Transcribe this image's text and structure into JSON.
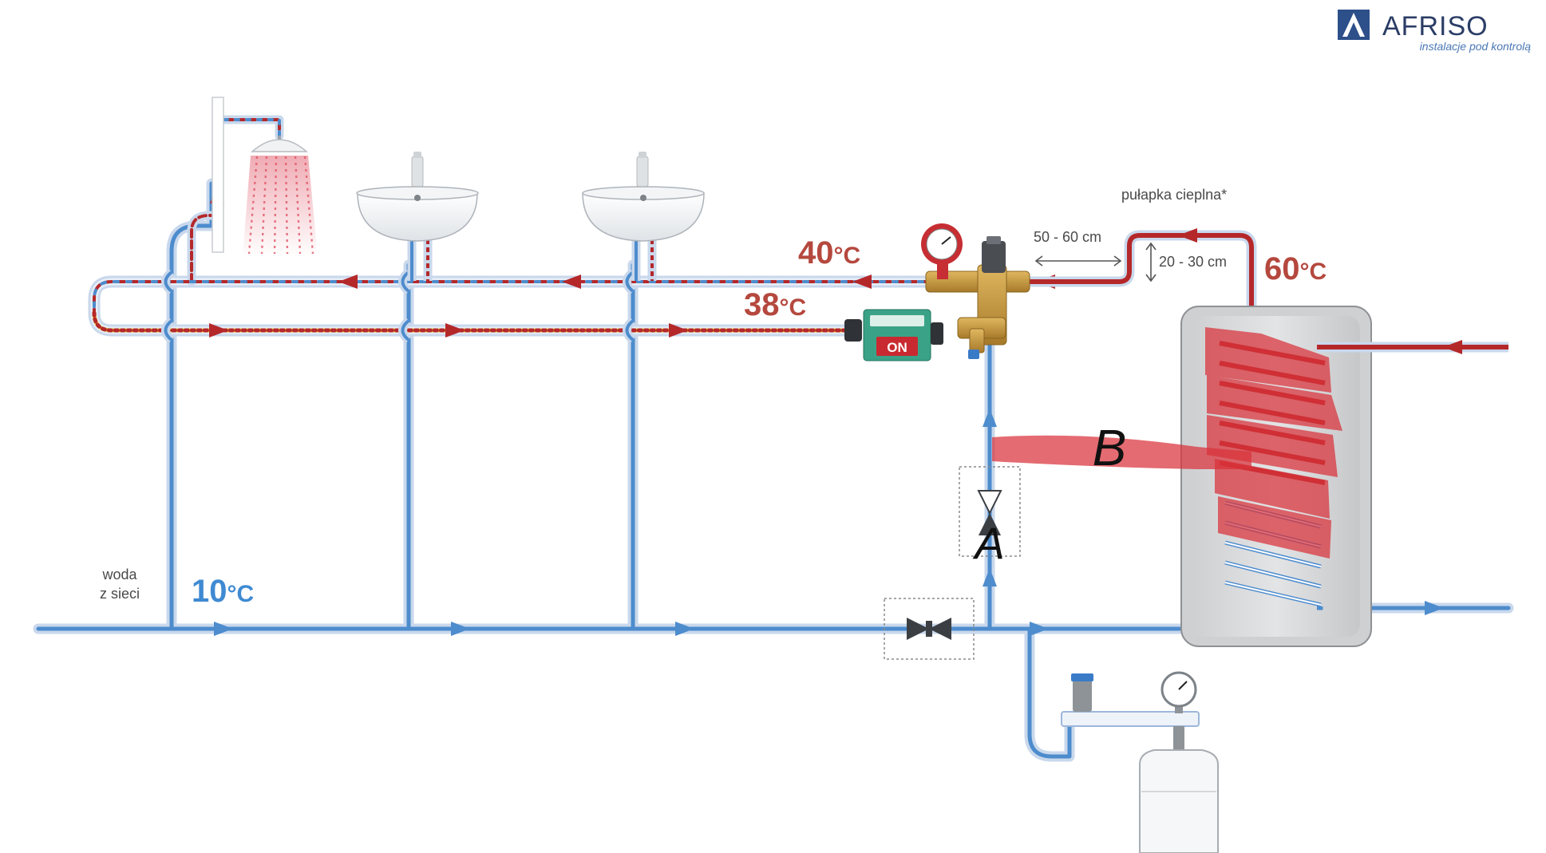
{
  "brand": {
    "name": "AFRISO",
    "tagline": "instalacje pod kontrolą"
  },
  "labels": {
    "heat_trap": "pułapka cieplna*",
    "horizontal_distance": "50 - 60 cm",
    "vertical_distance": "20 - 30 cm",
    "mains_water_line1": "woda",
    "mains_water_line2": "z sieci",
    "pump_state": "ON",
    "annotation_a": "A",
    "annotation_b": "B"
  },
  "temperatures": {
    "tank_outlet": {
      "value": "60",
      "unit": "°C"
    },
    "hot_supply": {
      "value": "40",
      "unit": "°C"
    },
    "circulation_return": {
      "value": "38",
      "unit": "°C"
    },
    "cold_mains": {
      "value": "10",
      "unit": "°C"
    }
  },
  "colors": {
    "hot": "#b5282a",
    "cold": "#4d8ccd",
    "pipe_outline": "#b9cde6",
    "circulation": "#e8c53a",
    "temp_label_hot": "#b5483e",
    "temp_label_cold": "#3f8ad2",
    "brand_blue": "#2d4f8a",
    "pump_green": "#3aa387",
    "annotation_red": "#d9323a"
  },
  "icons": {
    "logo": "afriso-a-logo-icon",
    "shower": "shower-head-icon",
    "sink": "washbasin-icon",
    "thermometer": "thermometer-icon",
    "mixing_valve": "thermostatic-mixing-valve-icon",
    "pump": "circulation-pump-icon",
    "valve": "shutoff-valve-icon",
    "tank": "hot-water-cylinder-icon",
    "manometer": "pressure-gauge-icon",
    "safety_valve": "safety-valve-icon",
    "expansion_vessel": "expansion-vessel-icon"
  }
}
